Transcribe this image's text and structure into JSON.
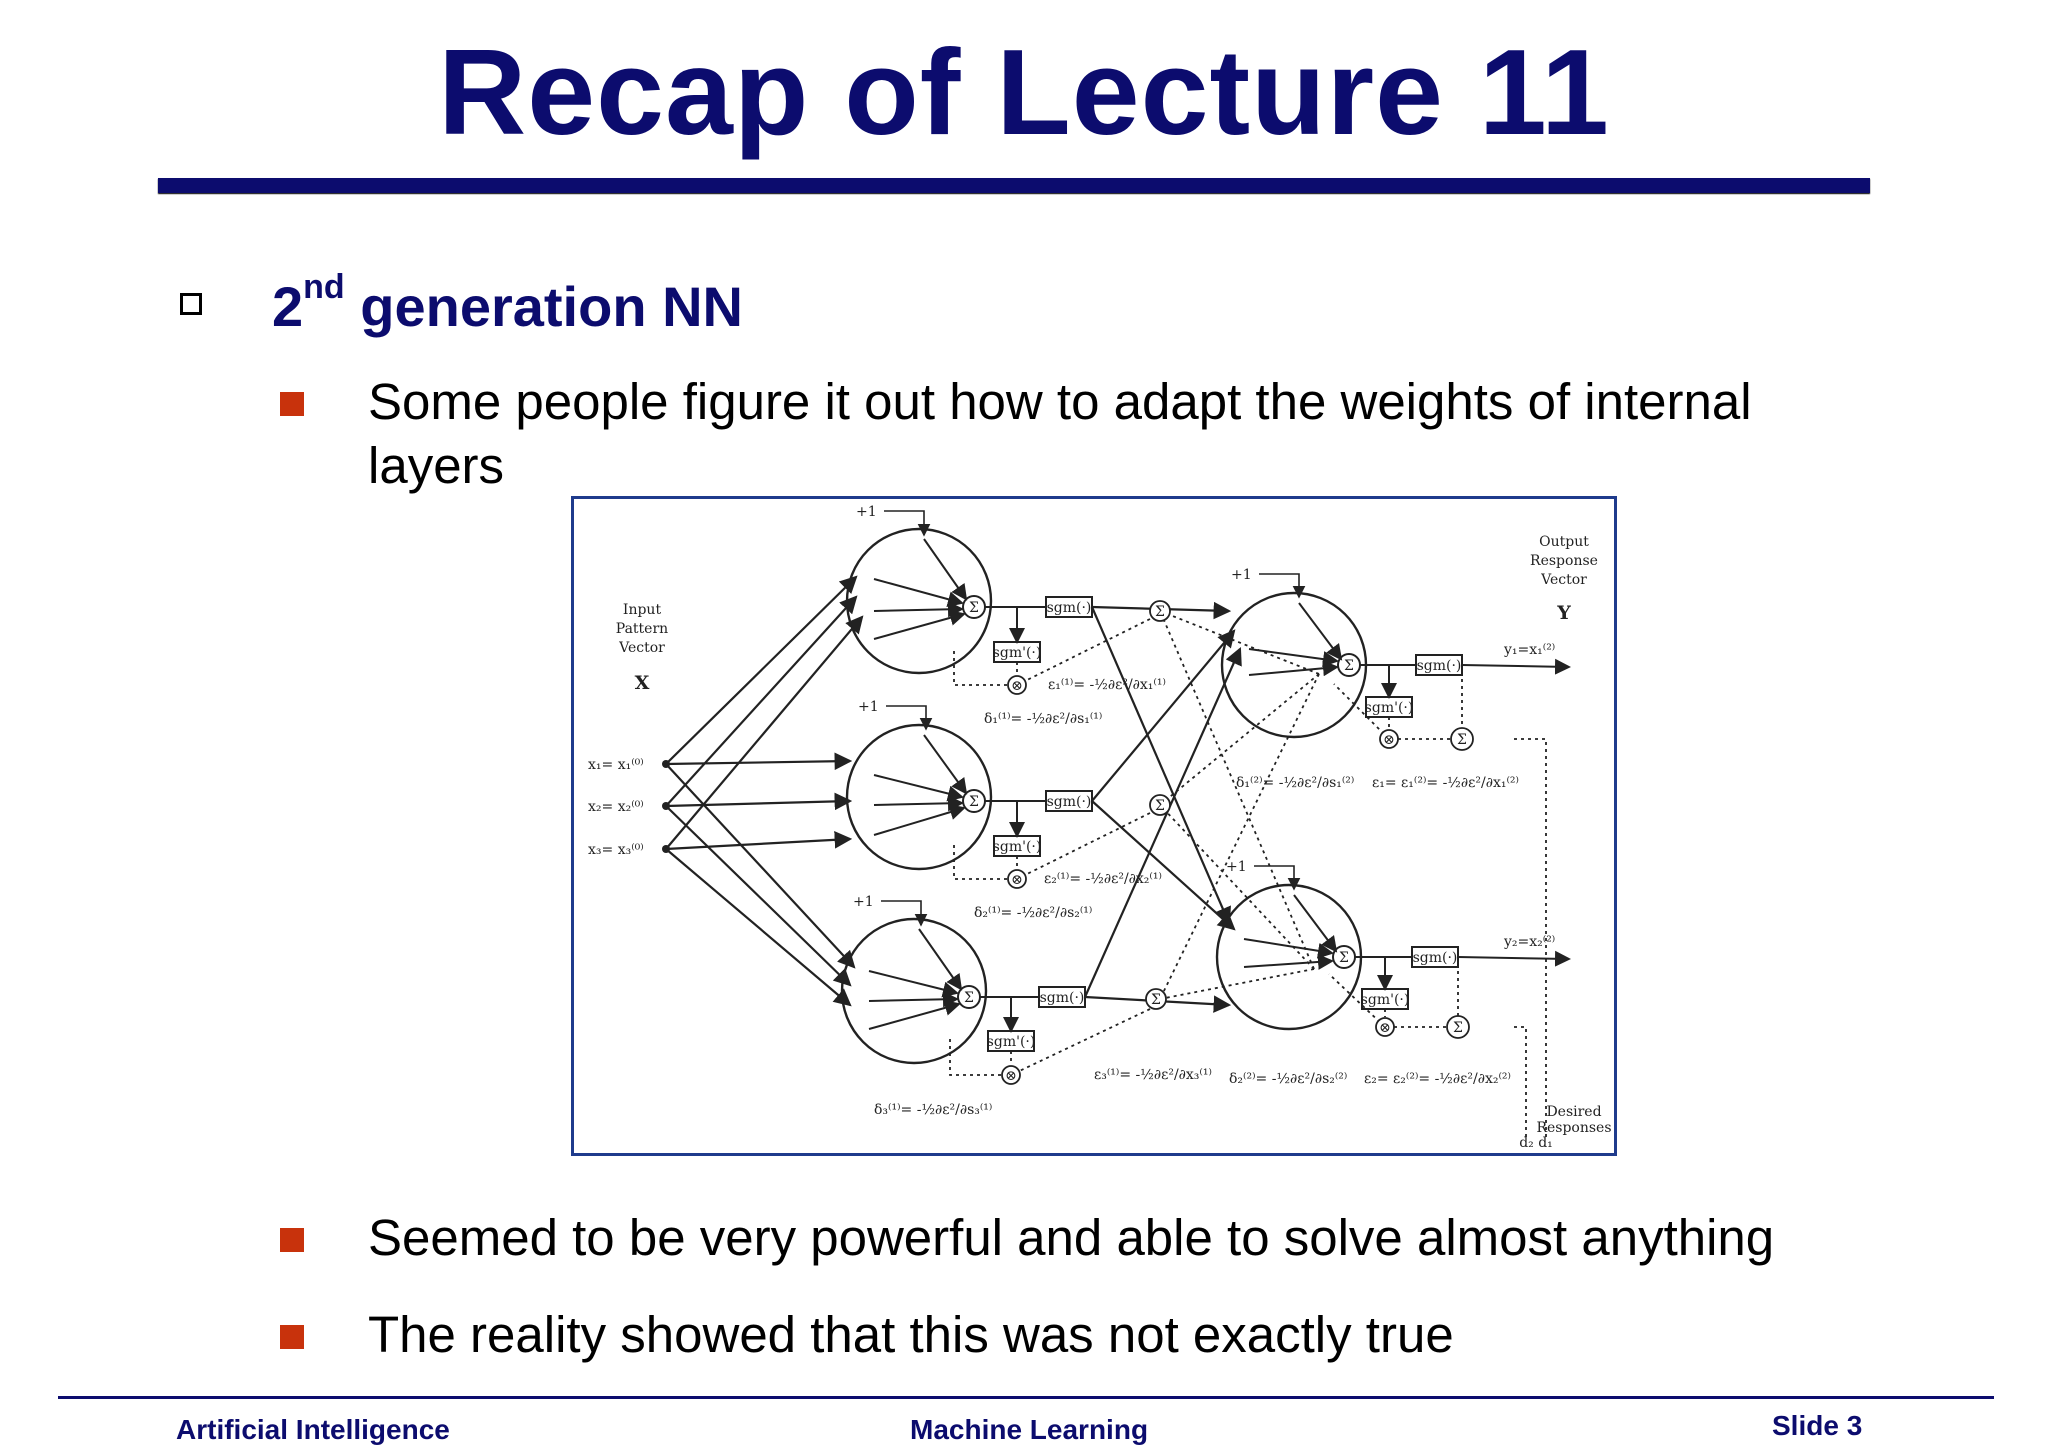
{
  "slide": {
    "title": "Recap of Lecture 11",
    "heading": {
      "base": "2",
      "sup": "nd",
      "rest": " generation NN"
    },
    "bullets": [
      {
        "line1": "Some people figure it out how to adapt the weights of internal",
        "line2": "layers"
      },
      {
        "line1": "Seemed to be very powerful and able to solve almost anything"
      },
      {
        "line1": "The reality showed that this was not exactly true"
      }
    ]
  },
  "figure": {
    "input_label": [
      "Input",
      "Pattern",
      "Vector"
    ],
    "input_symbol": "X",
    "output_label": [
      "Output",
      "Response",
      "Vector"
    ],
    "output_symbol": "Y",
    "inputs": [
      "x₁= x₁⁽⁰⁾",
      "x₂= x₂⁽⁰⁾",
      "x₃= x₃⁽⁰⁾"
    ],
    "outputs": [
      "y₁=x₁⁽²⁾",
      "y₂=x₂⁽²⁾"
    ],
    "bias": "+1",
    "sum_symbol": "Σ",
    "mult_symbol": "⊗",
    "activation": "sgm(·)",
    "derivative": "sgm'(·)",
    "desired_label": [
      "Desired",
      "Responses"
    ],
    "desired_symbols": "d₂ d₁",
    "hidden_deltas": [
      "δ₁⁽¹⁾= -½∂ε²/∂s₁⁽¹⁾",
      "δ₂⁽¹⁾= -½∂ε²/∂s₂⁽¹⁾",
      "δ₃⁽¹⁾= -½∂ε²/∂s₃⁽¹⁾"
    ],
    "hidden_errors": [
      "ε₁⁽¹⁾= -½∂ε²/∂x₁⁽¹⁾",
      "ε₂⁽¹⁾= -½∂ε²/∂x₂⁽¹⁾",
      "ε₃⁽¹⁾= -½∂ε²/∂x₃⁽¹⁾"
    ],
    "output_deltas": [
      "δ₁⁽²⁾= -½∂ε²/∂s₁⁽²⁾",
      "δ₂⁽²⁾= -½∂ε²/∂s₂⁽²⁾"
    ],
    "output_errors": [
      "ε₁= ε₁⁽²⁾= -½∂ε²/∂x₁⁽²⁾",
      "ε₂= ε₂⁽²⁾= -½∂ε²/∂x₂⁽²⁾"
    ]
  },
  "footer": {
    "left": "Artificial Intelligence",
    "center": "Machine Learning",
    "right": "Slide 3"
  },
  "colors": {
    "title": "#0c0c6e",
    "bullet": "#c8320c",
    "figure_border": "#1f3b8c"
  }
}
